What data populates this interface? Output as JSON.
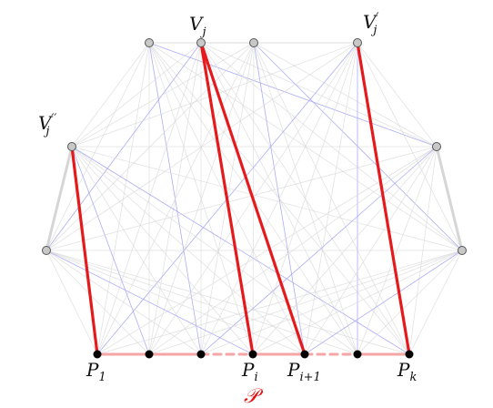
{
  "labels": {
    "vj": {
      "base": "V",
      "sub": "j",
      "sup": ""
    },
    "vj_prime": {
      "base": "V",
      "sub": "j",
      "sup": "′"
    },
    "vj_dprime": {
      "base": "V",
      "sub": "j",
      "sup": "′′"
    },
    "p1": {
      "base": "P",
      "sub": "1"
    },
    "pi": {
      "base": "P",
      "sub": "i"
    },
    "pi1": {
      "base": "P",
      "sub": "i+1"
    },
    "pk": {
      "base": "P",
      "sub": "k"
    },
    "path_name": "𝒫"
  },
  "colors": {
    "gray_node": "#c8c8c8",
    "black_node": "#000000",
    "red_edge": "#e41a1c",
    "path_edge": "#f4a6a6",
    "faint_blue": "#9f9ff5",
    "faint_gray": "#d8d8d8"
  }
}
